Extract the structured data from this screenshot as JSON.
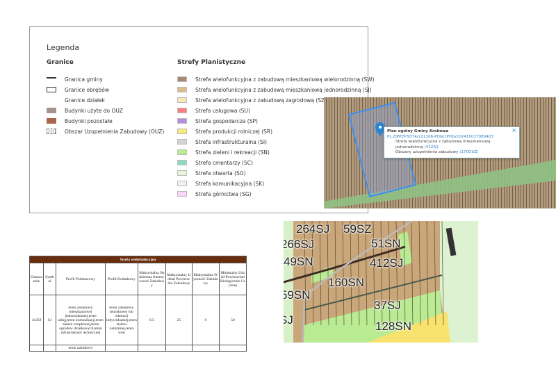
{
  "legend": {
    "title": "Legenda",
    "granice_title": "Granice",
    "granice": [
      "Granica gminy",
      "Granice obrębów",
      "Granice działek",
      "Budynki użyte do OUZ",
      "Budynki pozostałe",
      "Obszar Uzupełnienia Zabudowy (OUZ)"
    ],
    "strefy_title": "Strefy Planistyczne",
    "strefy": [
      {
        "label": "Strefa wielofunkcyjna z zabudową mieszkaniową wielorodzinną (SW)",
        "color": "#a98a74"
      },
      {
        "label": "Strefa wielofunkcyjna z zabudową mieszkaniową jednorodzinną (SJ)",
        "color": "#dcbb8c"
      },
      {
        "label": "Strefa wielofunkcyjna z zabudową zagrodową (SZ)",
        "color": "#fbe6b8"
      },
      {
        "label": "Strefa usługowa (SU)",
        "color": "#f77f7f"
      },
      {
        "label": "Strefa gospodarcza (SP)",
        "color": "#b48ee0"
      },
      {
        "label": "Strefa produkcji rolniczej (SR)",
        "color": "#f7ec75"
      },
      {
        "label": "Strefa infrastrukturalna (SI)",
        "color": "#d3d3d3"
      },
      {
        "label": "Strefa zieleni i rekreacji (SN)",
        "color": "#b8ec8f"
      },
      {
        "label": "Strefa cmentarzy (SC)",
        "color": "#8fd8c4"
      },
      {
        "label": "Strefa otwarta (SO)",
        "color": "#e4f7d4"
      },
      {
        "label": "Strefa komunikacyjna (SK)",
        "color": "#f1f1f1"
      },
      {
        "label": "Strefa górnictwa (SG)",
        "color": "#fbd6f7"
      }
    ]
  },
  "popup": {
    "title": "Plan ogólny Gminy Krokowa",
    "link": "PL.ZIPPZP.9374/221106-POG/1POG/20241001T080403",
    "item1": "Strefa wielofunkcyjna z zabudową mieszkaniową jednorodzinną",
    "item1_code": "(412SJ)",
    "item2": "Obszary uzupełnienia zabudowy",
    "item2_code": "(170OUZ)",
    "close": "×"
  },
  "table": {
    "caption": "Strefa wielofunkcyjna",
    "headers": [
      "Oznaczenie",
      "Symbol",
      "Profil Podstawowy",
      "Profil Dodatkowy",
      "Maksymalna Nadziemna Intensywność Zabudowy",
      "Maksymalny Udział Powierzchni Zabudowy",
      "Maksymalna Wysokość Zabudowy",
      "Minimalny Udział Powierzchni Biologicznie Czynnej"
    ],
    "row": [
      "412SJ",
      "SJ",
      "teren zabudowy mieszkaniowej jednorodzinnej,teren usług,teren komunikacji,teren zieleni urządzonej,teren ogrodów działkowych,teren infrastruktury technicznej",
      "teren zabudowy letniskowej lub rekreacji indywidualnej,teren zieleni naturalnej,teren wód",
      "0.5",
      "25",
      "9",
      "50"
    ],
    "next_row_partial": "teren zabudowy"
  },
  "map_labels": [
    "264SJ",
    "59SZ",
    "266SJ",
    "51SN",
    "49SN",
    "412SJ",
    "160SN",
    "59SN",
    "37SJ",
    "SJ",
    "128SN"
  ]
}
